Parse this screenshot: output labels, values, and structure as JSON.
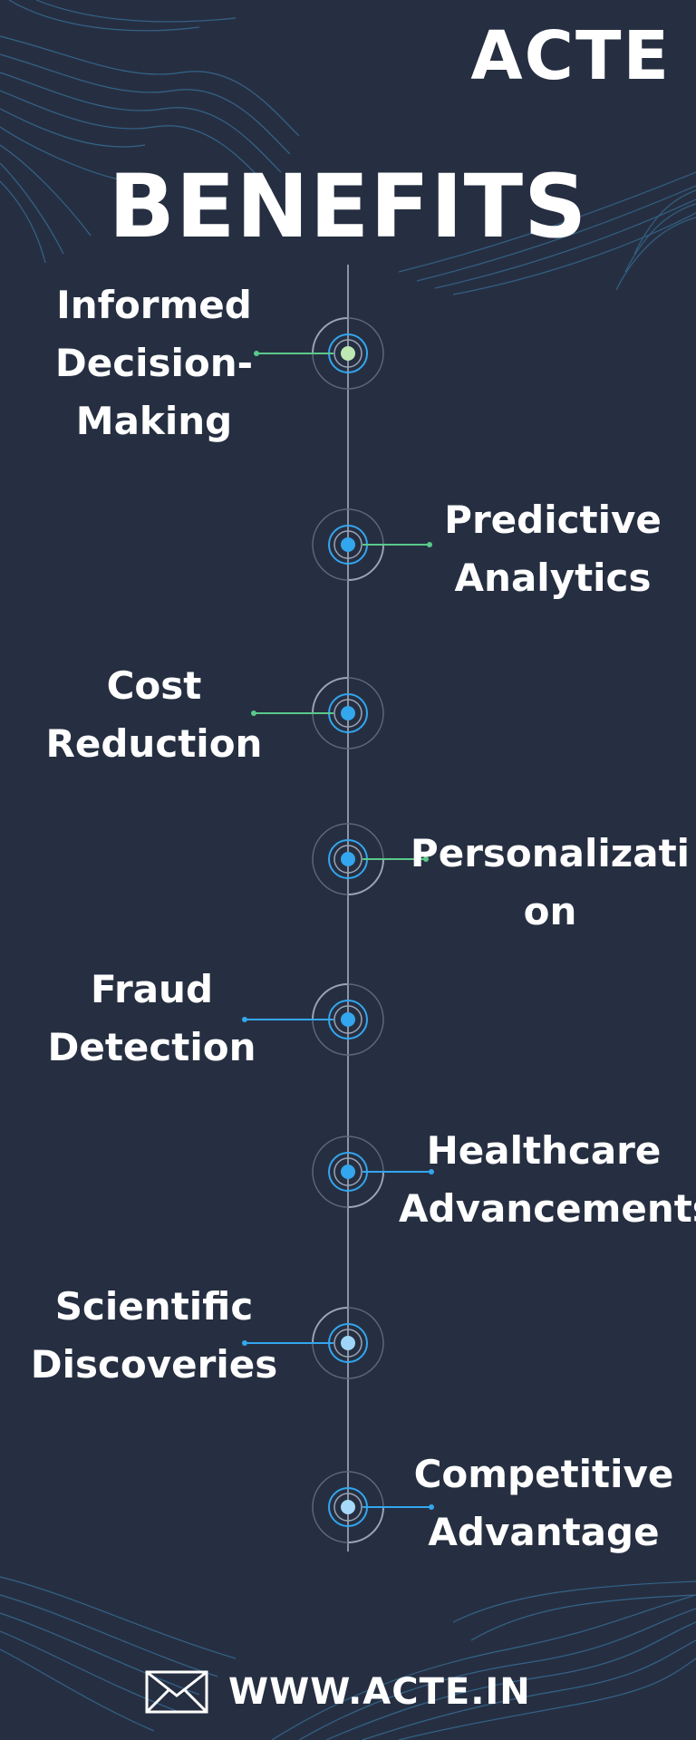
{
  "brand": {
    "logo_text": "ACTE"
  },
  "title": "BENEFITS",
  "benefits": [
    {
      "lines": [
        "Informed",
        "Decision-",
        "Making"
      ],
      "side": "left",
      "color": "#bde8b4"
    },
    {
      "lines": [
        "Predictive",
        "Analytics"
      ],
      "side": "right",
      "color": "#33a6ee"
    },
    {
      "lines": [
        "Cost",
        "Reduction"
      ],
      "side": "left",
      "color": "#33a6ee"
    },
    {
      "lines": [
        "Personalizati",
        "on"
      ],
      "side": "right",
      "color": "#33a6ee"
    },
    {
      "lines": [
        "Fraud",
        "Detection"
      ],
      "side": "left",
      "color": "#33a6ee"
    },
    {
      "lines": [
        "Healthcare",
        "Advancements"
      ],
      "side": "right",
      "color": "#33a6ee"
    },
    {
      "lines": [
        "Scientific",
        "Discoveries"
      ],
      "side": "left",
      "color": "#9fd6f8"
    },
    {
      "lines": [
        "Competitive",
        "Advantage"
      ],
      "side": "right",
      "color": "#a7d9f8"
    }
  ],
  "footer": {
    "icon": "envelope-icon",
    "url": "WWW.ACTE.IN"
  },
  "colors": {
    "background": "#262f41",
    "accent": "#33a6ee",
    "green": "#5ac98a",
    "line": "#8893a6"
  }
}
